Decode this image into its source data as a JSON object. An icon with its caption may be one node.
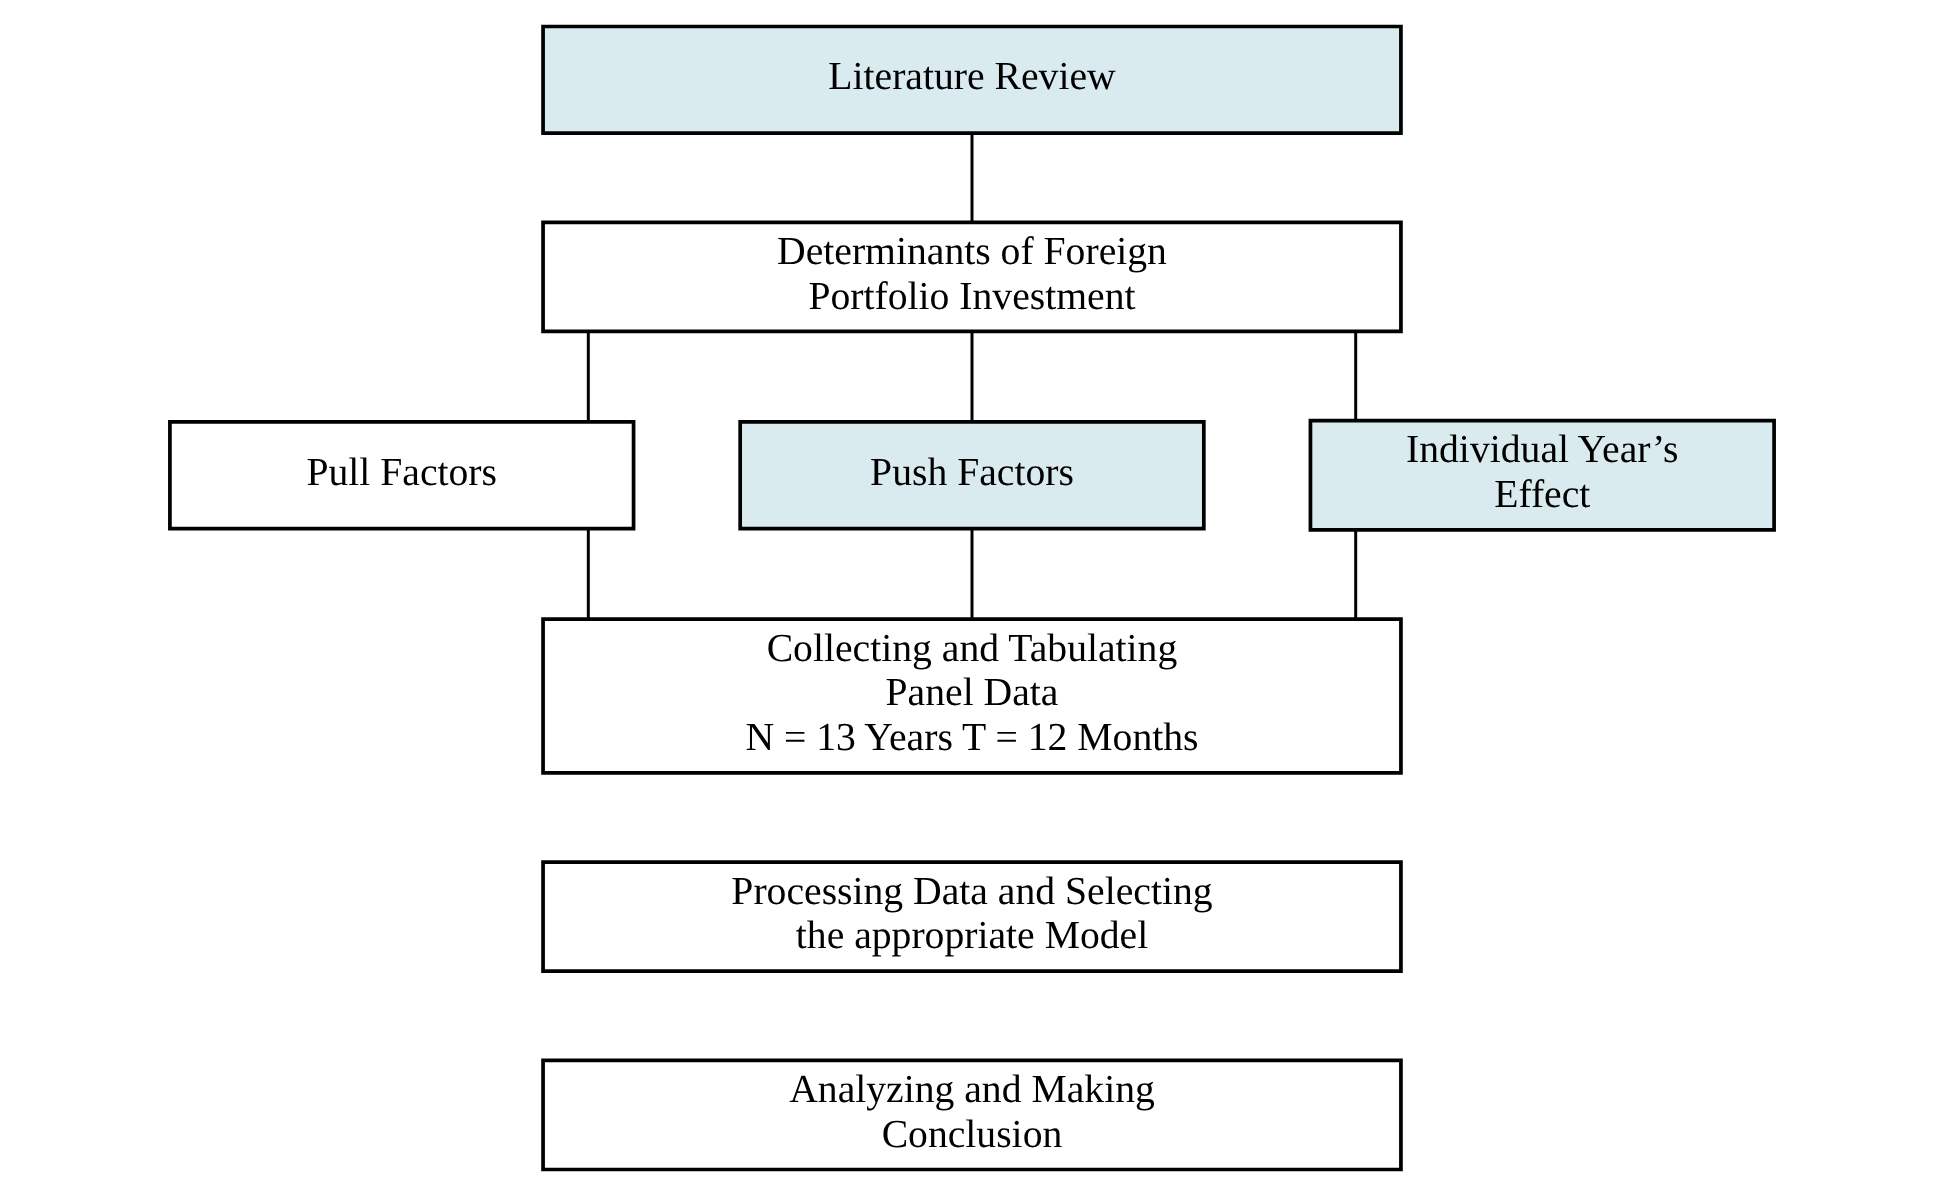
{
  "diagram": {
    "nodes": [
      {
        "text": [
          "Literature Review"
        ]
      },
      {
        "text": [
          "Determinants of Foreign Portfolio Investment"
        ]
      },
      {
        "text": [
          "Pull Factors"
        ]
      },
      {
        "text": [
          "Push Factors"
        ]
      },
      {
        "text": [
          "Individual Year’s Effect"
        ]
      },
      {
        "text": [
          "Collecting and Tabulating Panel Data",
          "N = 13 Years T = 12 Months"
        ]
      },
      {
        "text": [
          "Processing Data and Selecting the appropriate Model"
        ]
      },
      {
        "text": [
          "Analyzing and Making Conclusion"
        ]
      }
    ],
    "edges": [
      {
        "from": 0,
        "to": 1,
        "arrow": "none"
      },
      {
        "from": 1,
        "to": 2,
        "arrow": "none"
      },
      {
        "from": 1,
        "to": 3,
        "arrow": "none"
      },
      {
        "from": 1,
        "to": 4,
        "arrow": "none"
      },
      {
        "from": 2,
        "to": 5,
        "arrow": "none"
      },
      {
        "from": 3,
        "to": 5,
        "arrow": "none"
      },
      {
        "from": 4,
        "to": 5,
        "arrow": "none"
      }
    ]
  }
}
